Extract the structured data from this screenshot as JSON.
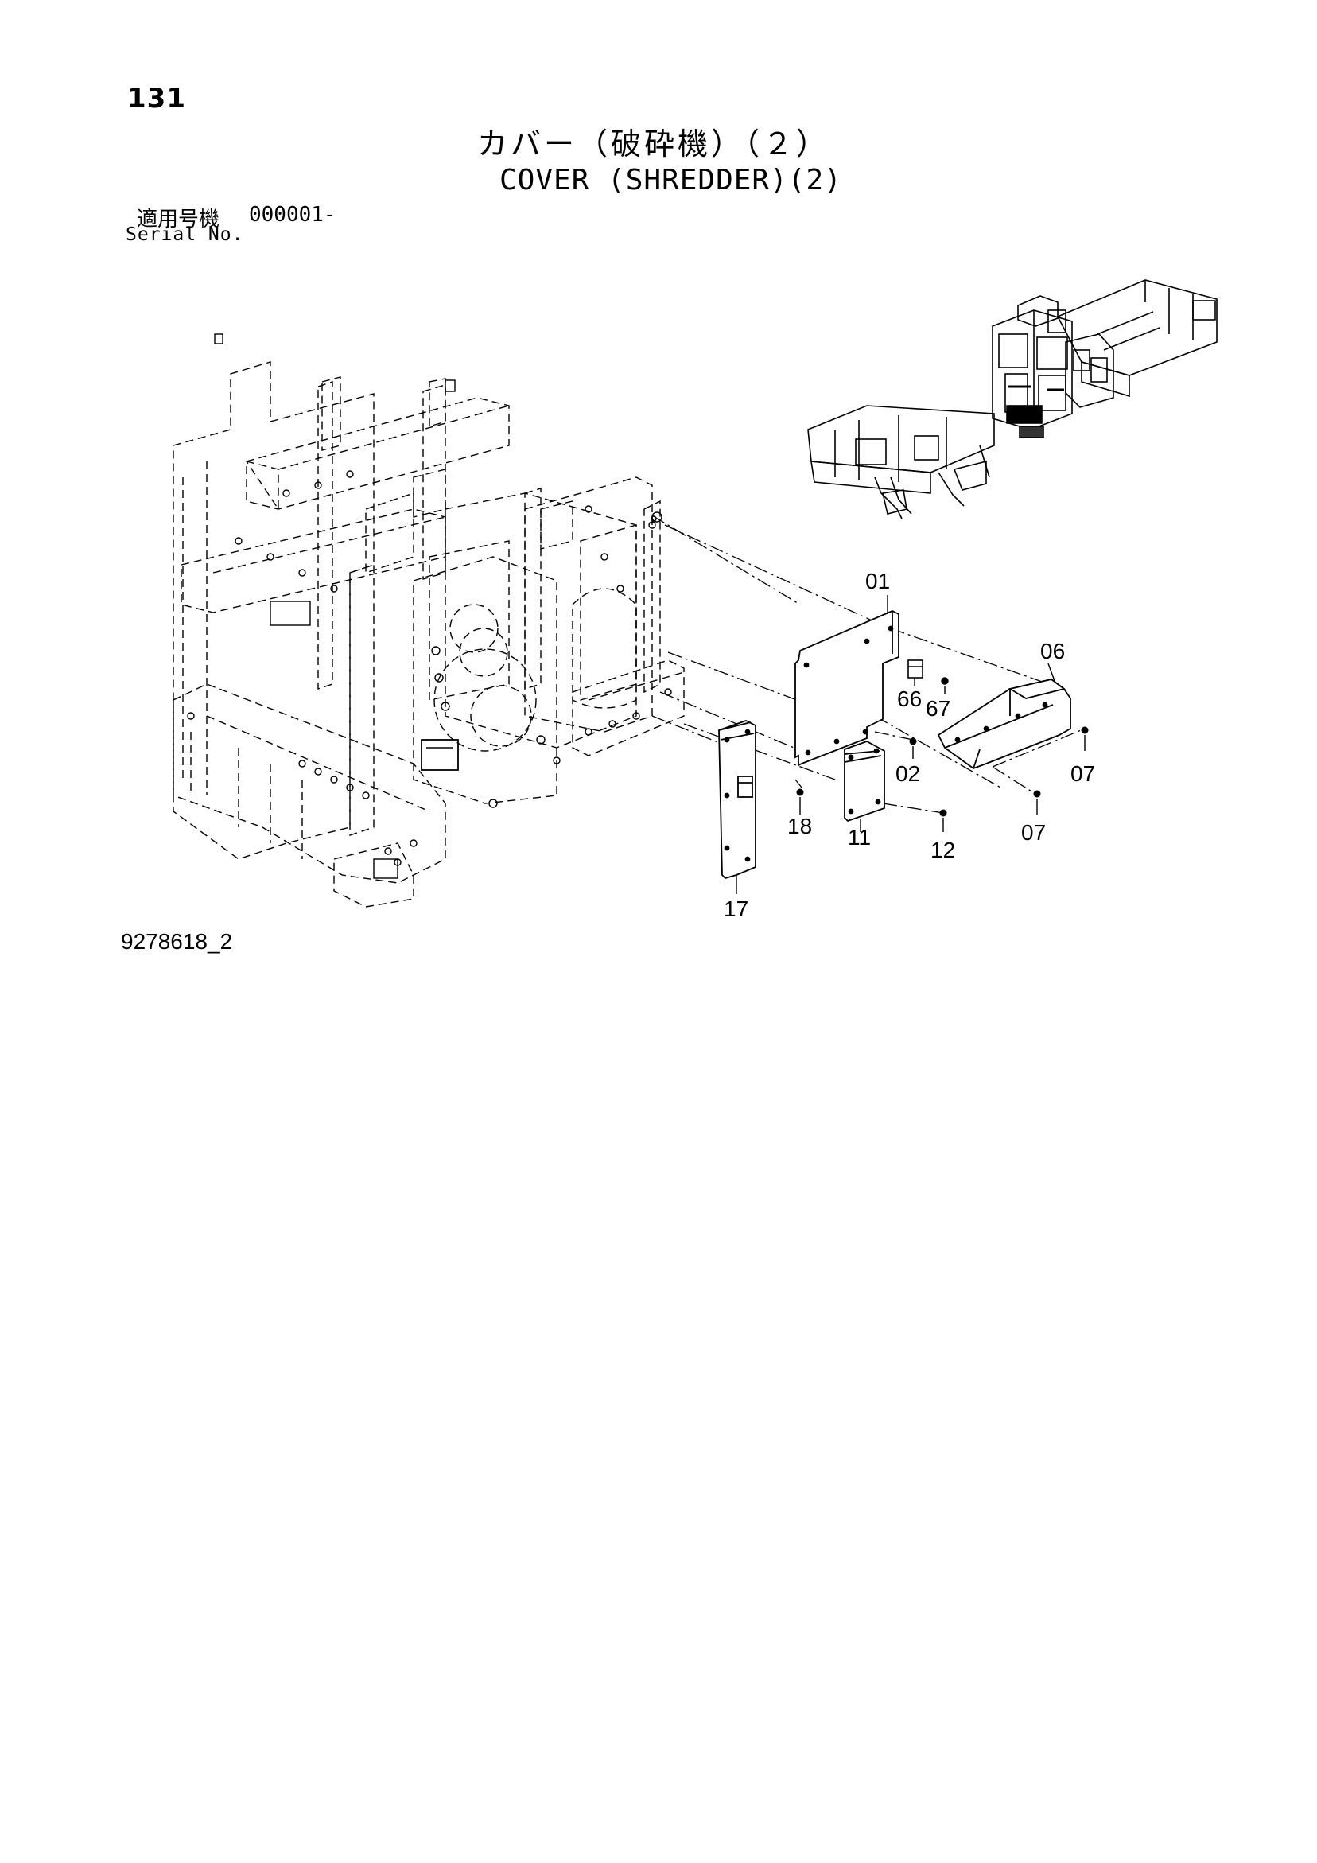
{
  "header": {
    "page_number": "131",
    "title_ja": "カバー（破砕機）（２）",
    "title_en": "COVER (SHREDDER)(2)",
    "serial_label_ja": "適用号機",
    "serial_value": "000001-",
    "serial_label_en": "Serial No."
  },
  "footer": {
    "drawing_number": "9278618_2"
  },
  "callouts": {
    "c01": "01",
    "c02": "02",
    "c06": "06",
    "c07a": "07",
    "c07b": "07",
    "c11": "11",
    "c12": "12",
    "c17": "17",
    "c18": "18",
    "c66": "66",
    "c67": "67"
  }
}
